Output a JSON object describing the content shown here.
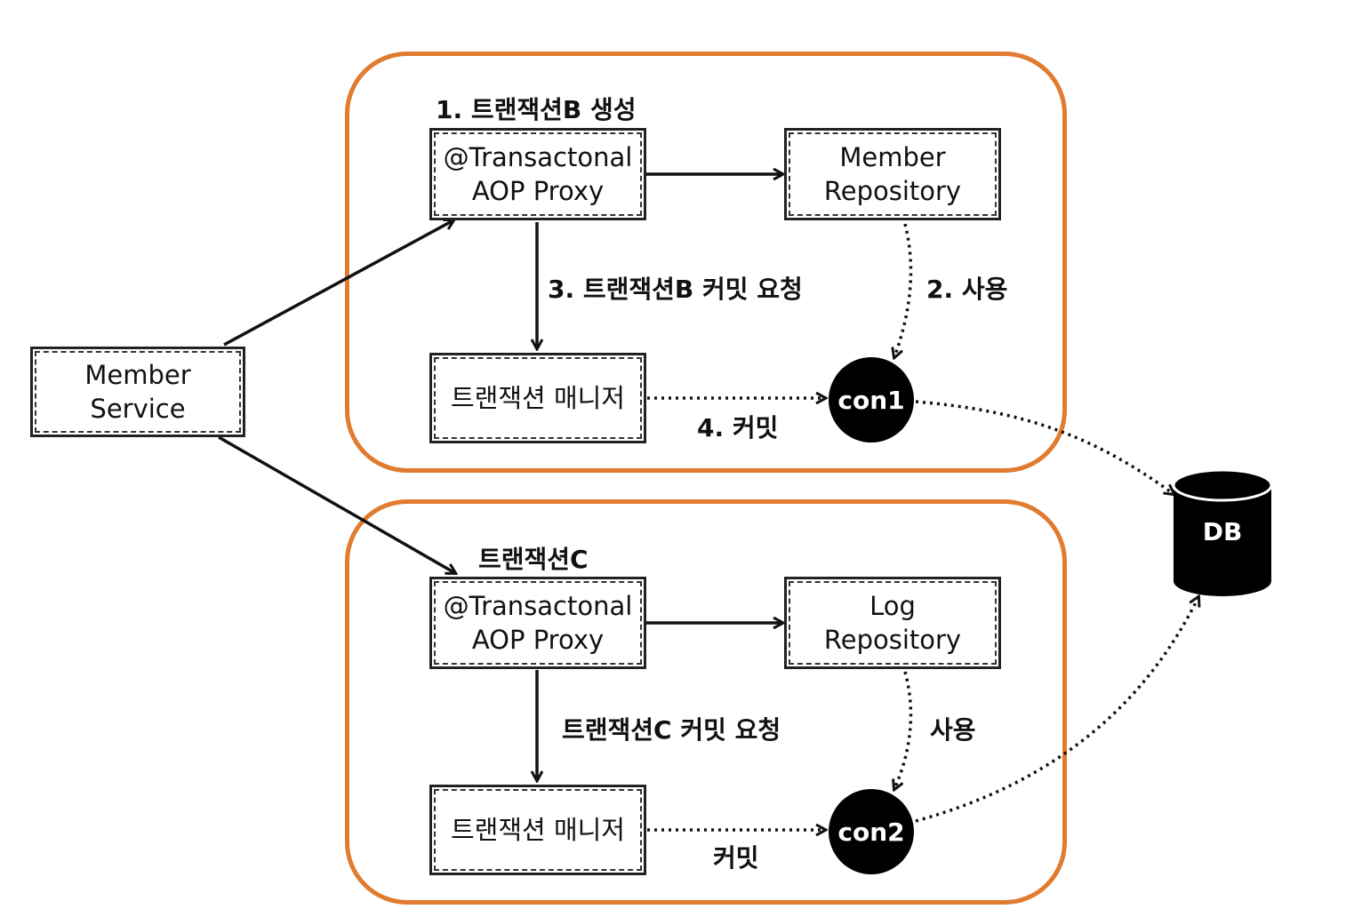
{
  "member_service": {
    "line1": "Member",
    "line2": "Service"
  },
  "group_b": {
    "title": "1. 트랜잭션B 생성",
    "proxy": {
      "line1": "@Transactonal",
      "line2": "AOP Proxy"
    },
    "repository": {
      "line1": "Member",
      "line2": "Repository"
    },
    "tx_manager": "트랜잭션 매니저",
    "commit_request": "3. 트랜잭션B 커밋 요청",
    "use": "2. 사용",
    "commit": "4. 커밋",
    "connection": "con1"
  },
  "group_c": {
    "title": "트랜잭션C",
    "proxy": {
      "line1": "@Transactonal",
      "line2": "AOP Proxy"
    },
    "repository": {
      "line1": "Log",
      "line2": "Repository"
    },
    "tx_manager": "트랜잭션 매니저",
    "commit_request": "트랜잭션C 커밋 요청",
    "use": "사용",
    "commit": "커밋",
    "connection": "con2"
  },
  "database": "DB",
  "colors": {
    "group_border": "#e07b30",
    "connection_fill": "#000000"
  }
}
